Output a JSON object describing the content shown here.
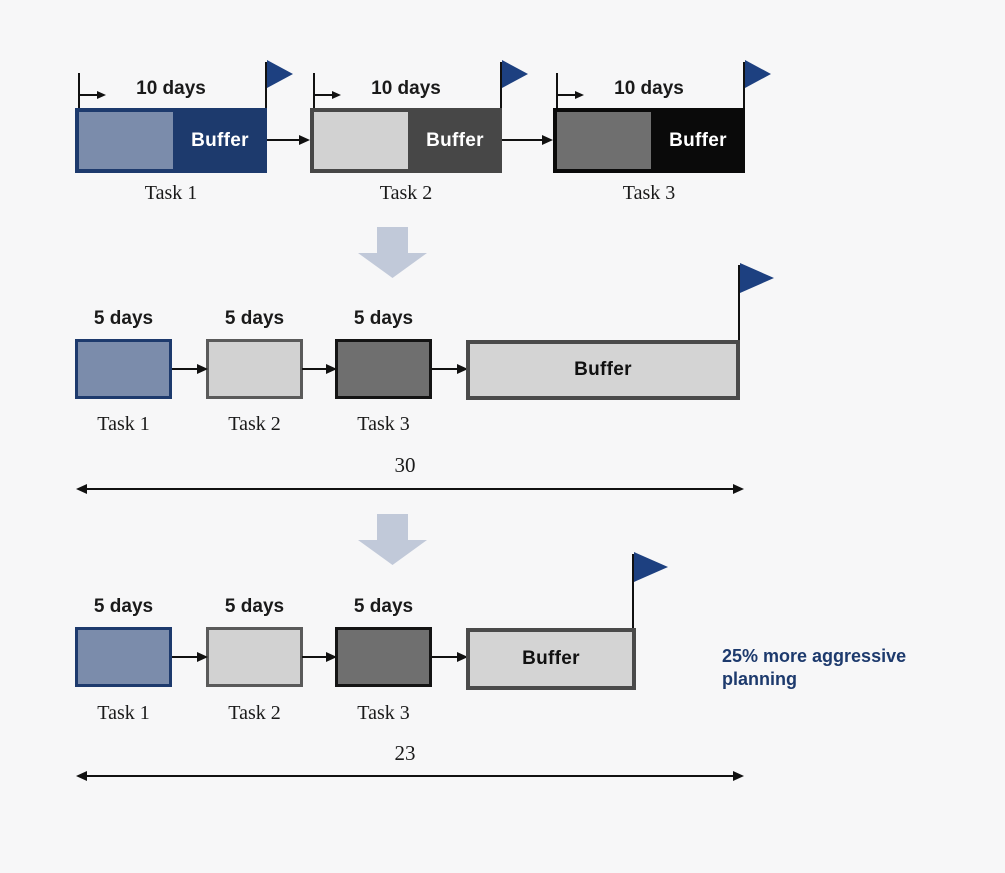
{
  "colors": {
    "background": "#f7f7f8",
    "navy": "#1d3a6d",
    "flag_navy": "#1d4080",
    "blue_gray": "#7b8cab",
    "light_gray": "#d2d2d2",
    "dark_gray": "#474747",
    "mid_gray": "#6f6f6f",
    "black": "#0a0a0a",
    "buffer_fill": "#d4d4d4",
    "buffer_border": "#4a4a4a",
    "down_arrow": "#c1c9d9",
    "line": "#111111"
  },
  "icons": {
    "flag": "milestone-flag-icon",
    "down_arrow": "down-arrow-icon"
  },
  "top_row": {
    "tasks": [
      {
        "duration": "10 days",
        "buffer_label": "Buffer",
        "task_name": "Task 1"
      },
      {
        "duration": "10 days",
        "buffer_label": "Buffer",
        "task_name": "Task 2"
      },
      {
        "duration": "10 days",
        "buffer_label": "Buffer",
        "task_name": "Task 3"
      }
    ]
  },
  "middle_row": {
    "tasks": [
      {
        "duration": "5 days",
        "task_name": "Task 1"
      },
      {
        "duration": "5 days",
        "task_name": "Task 2"
      },
      {
        "duration": "5 days",
        "task_name": "Task 3"
      }
    ],
    "buffer_label": "Buffer",
    "total_days": "30"
  },
  "bottom_row": {
    "tasks": [
      {
        "duration": "5 days",
        "task_name": "Task 1"
      },
      {
        "duration": "5 days",
        "task_name": "Task 2"
      },
      {
        "duration": "5 days",
        "task_name": "Task 3"
      }
    ],
    "buffer_label": "Buffer",
    "total_days": "23",
    "annotation": "25% more aggressive planning"
  }
}
